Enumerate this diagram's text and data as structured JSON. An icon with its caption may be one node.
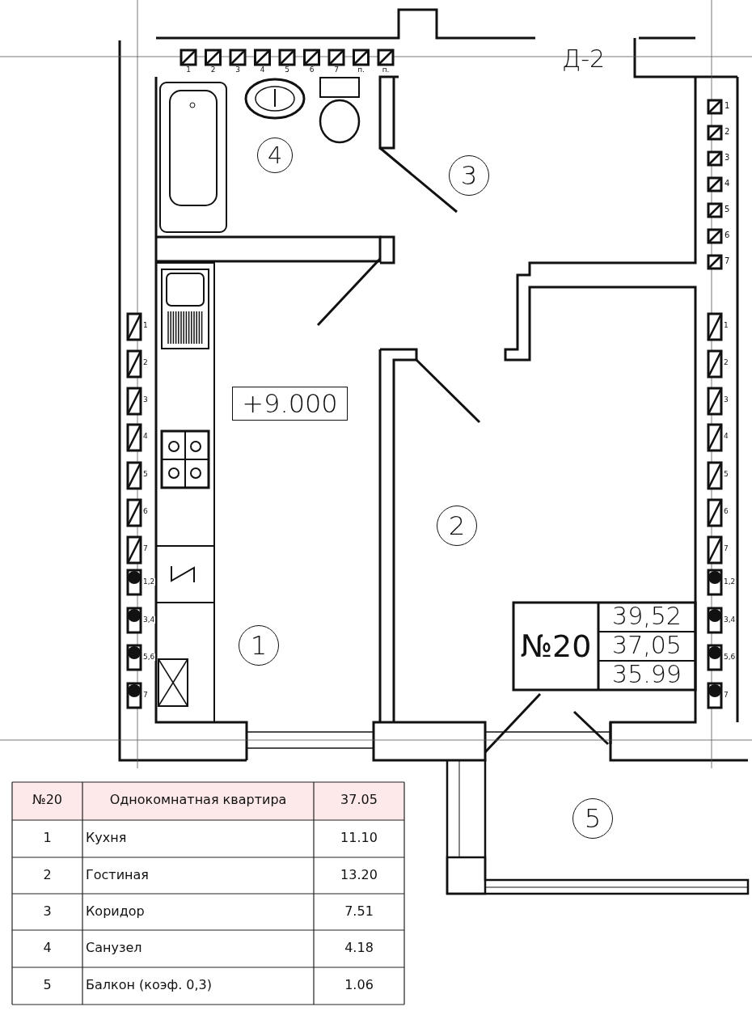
{
  "diagram": {
    "nodes": [
      {
        "text": [
          "4"
        ]
      },
      {
        "text": [
          "3"
        ]
      },
      {
        "text": [
          "+9.000"
        ]
      },
      {
        "text": [
          "2"
        ]
      },
      {
        "text": [
          "1"
        ]
      },
      {
        "text": [
          "5"
        ]
      }
    ],
    "labels": [
      "1",
      "2",
      "3",
      "4",
      "5",
      "6",
      "7",
      "п.",
      "п.",
      "Д-2",
      "1",
      "2",
      "3",
      "4",
      "5",
      "6",
      "7",
      "1",
      "2",
      "3",
      "4",
      "5",
      "6",
      "7",
      "1,2",
      "3,4",
      "5,6",
      "7",
      "1",
      "2",
      "3",
      "4",
      "5",
      "6",
      "7",
      "1,2",
      "3,4",
      "5,6",
      "7",
      "№20",
      "39,52",
      "37,05",
      "35.99",
      "№20",
      "Однокомнатная квартира",
      "37.05",
      "1",
      "Кухня",
      "11.10",
      "2",
      "Гостиная",
      "13.20",
      "3",
      "Коридор",
      "7.51",
      "4",
      "Санузел",
      "4.18",
      "5",
      "Балкон (коэф. 0,3)",
      "1.06"
    ]
  }
}
